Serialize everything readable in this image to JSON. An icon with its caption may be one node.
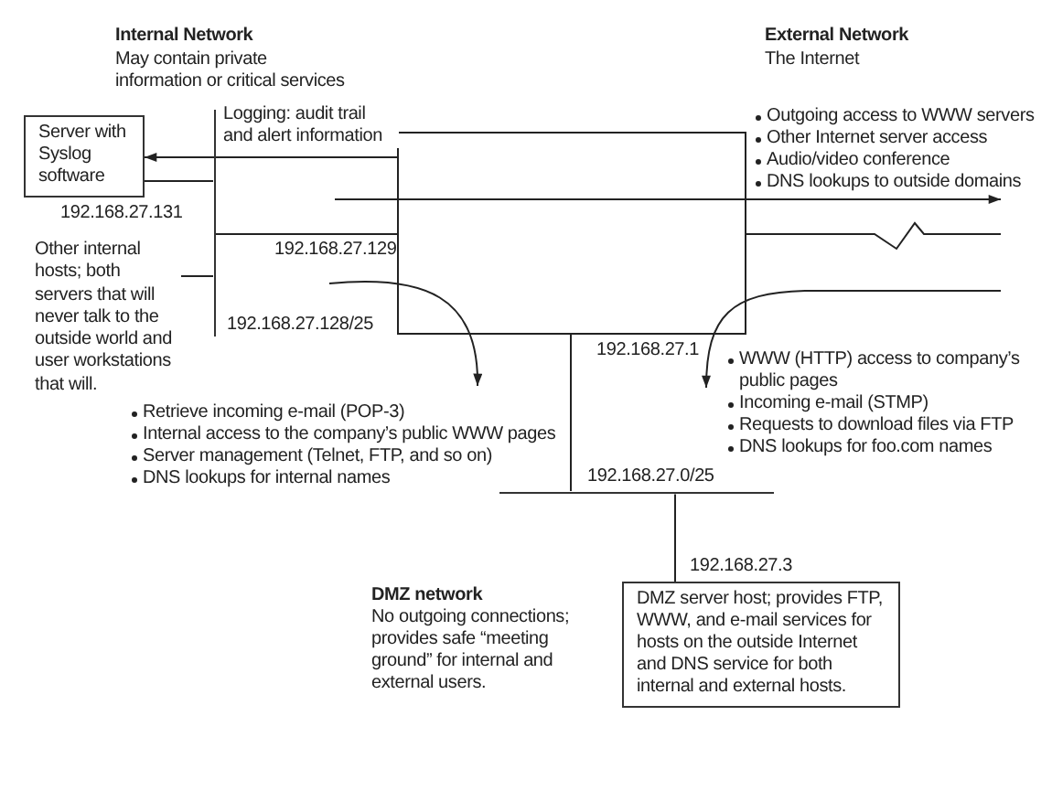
{
  "diagram": {
    "nodes": [
      {
        "text": [
          "Server with Syslog software"
        ],
        "beside": [
          "192.168.27.131"
        ]
      },
      {
        "text": [],
        "shape": "bar",
        "beside": [
          "192.168.27.128/25"
        ]
      },
      {
        "text": [
          "Other internal hosts; both servers that will never talk to the outside world and user workstations that will."
        ]
      },
      {
        "text": [],
        "shape": "box"
      },
      {
        "text": [],
        "shape": "bar",
        "beside": [
          "192.168.27.0/25"
        ]
      },
      {
        "text": [
          "DMZ server host; provides FTP, WWW, and e-mail services for hosts on the outside Internet and DNS service for both internal and external hosts."
        ]
      }
    ],
    "edges": [
      {
        "from": 3,
        "to": 0,
        "arrow": "to",
        "label": "Logging: audit trail and alert information"
      },
      {
        "from": 0,
        "to": 1,
        "arrow": "none"
      },
      {
        "from": 2,
        "to": 1,
        "arrow": "none"
      },
      {
        "from": 1,
        "to": 3,
        "arrow": "none",
        "label": "192.168.27.129"
      },
      {
        "from": 3,
        "to": 4,
        "arrow": "none",
        "label": "192.168.27.1"
      },
      {
        "from": 4,
        "to": 5,
        "arrow": "none",
        "label": "192.168.27.3"
      },
      {
        "from": 3,
        "to": null,
        "arrow": "none"
      }
    ],
    "labels": [
      "Internal Network",
      "May contain private information or critical services",
      "External Network",
      "The Internet",
      "Outgoing access to WWW servers",
      "Other Internet server access",
      "Audio/video conference",
      "DNS lookups to outside domains",
      "Retrieve incoming e-mail (POP-3)",
      "Internal access to the company’s public WWW pages",
      "Server management (Telnet, FTP, and so on)",
      "DNS lookups for internal names",
      "WWW (HTTP) access to company’s public pages",
      "Incoming e-mail (STMP)",
      "Requests to download files via FTP",
      "DNS lookups for foo.com names",
      "DMZ network",
      "No outgoing connections; provides safe “meeting ground” for internal and external users."
    ]
  }
}
